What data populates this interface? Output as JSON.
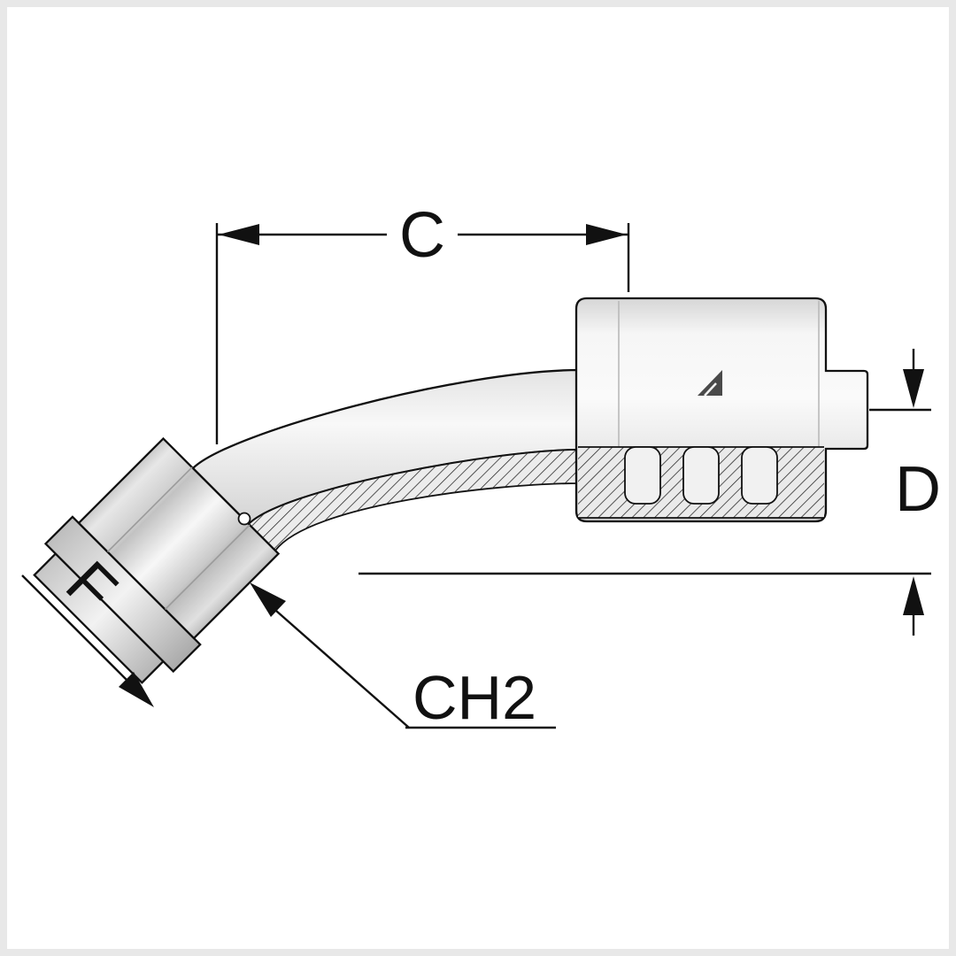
{
  "drawing": {
    "dimension_labels": {
      "top_width": "C",
      "right_height": "D",
      "thread_diagonal": "F",
      "hex_leader": "CH2"
    },
    "colors": {
      "outline": "#111111",
      "body_light": "#f4f4f4",
      "body_shadow": "#c9c9c9",
      "background": "#ffffff",
      "frame": "#e8e8e8",
      "hatch": "#222222",
      "brand_mark": "#4a4a4a"
    },
    "icons": {
      "brand_mark": "manufacturer-logo"
    }
  }
}
